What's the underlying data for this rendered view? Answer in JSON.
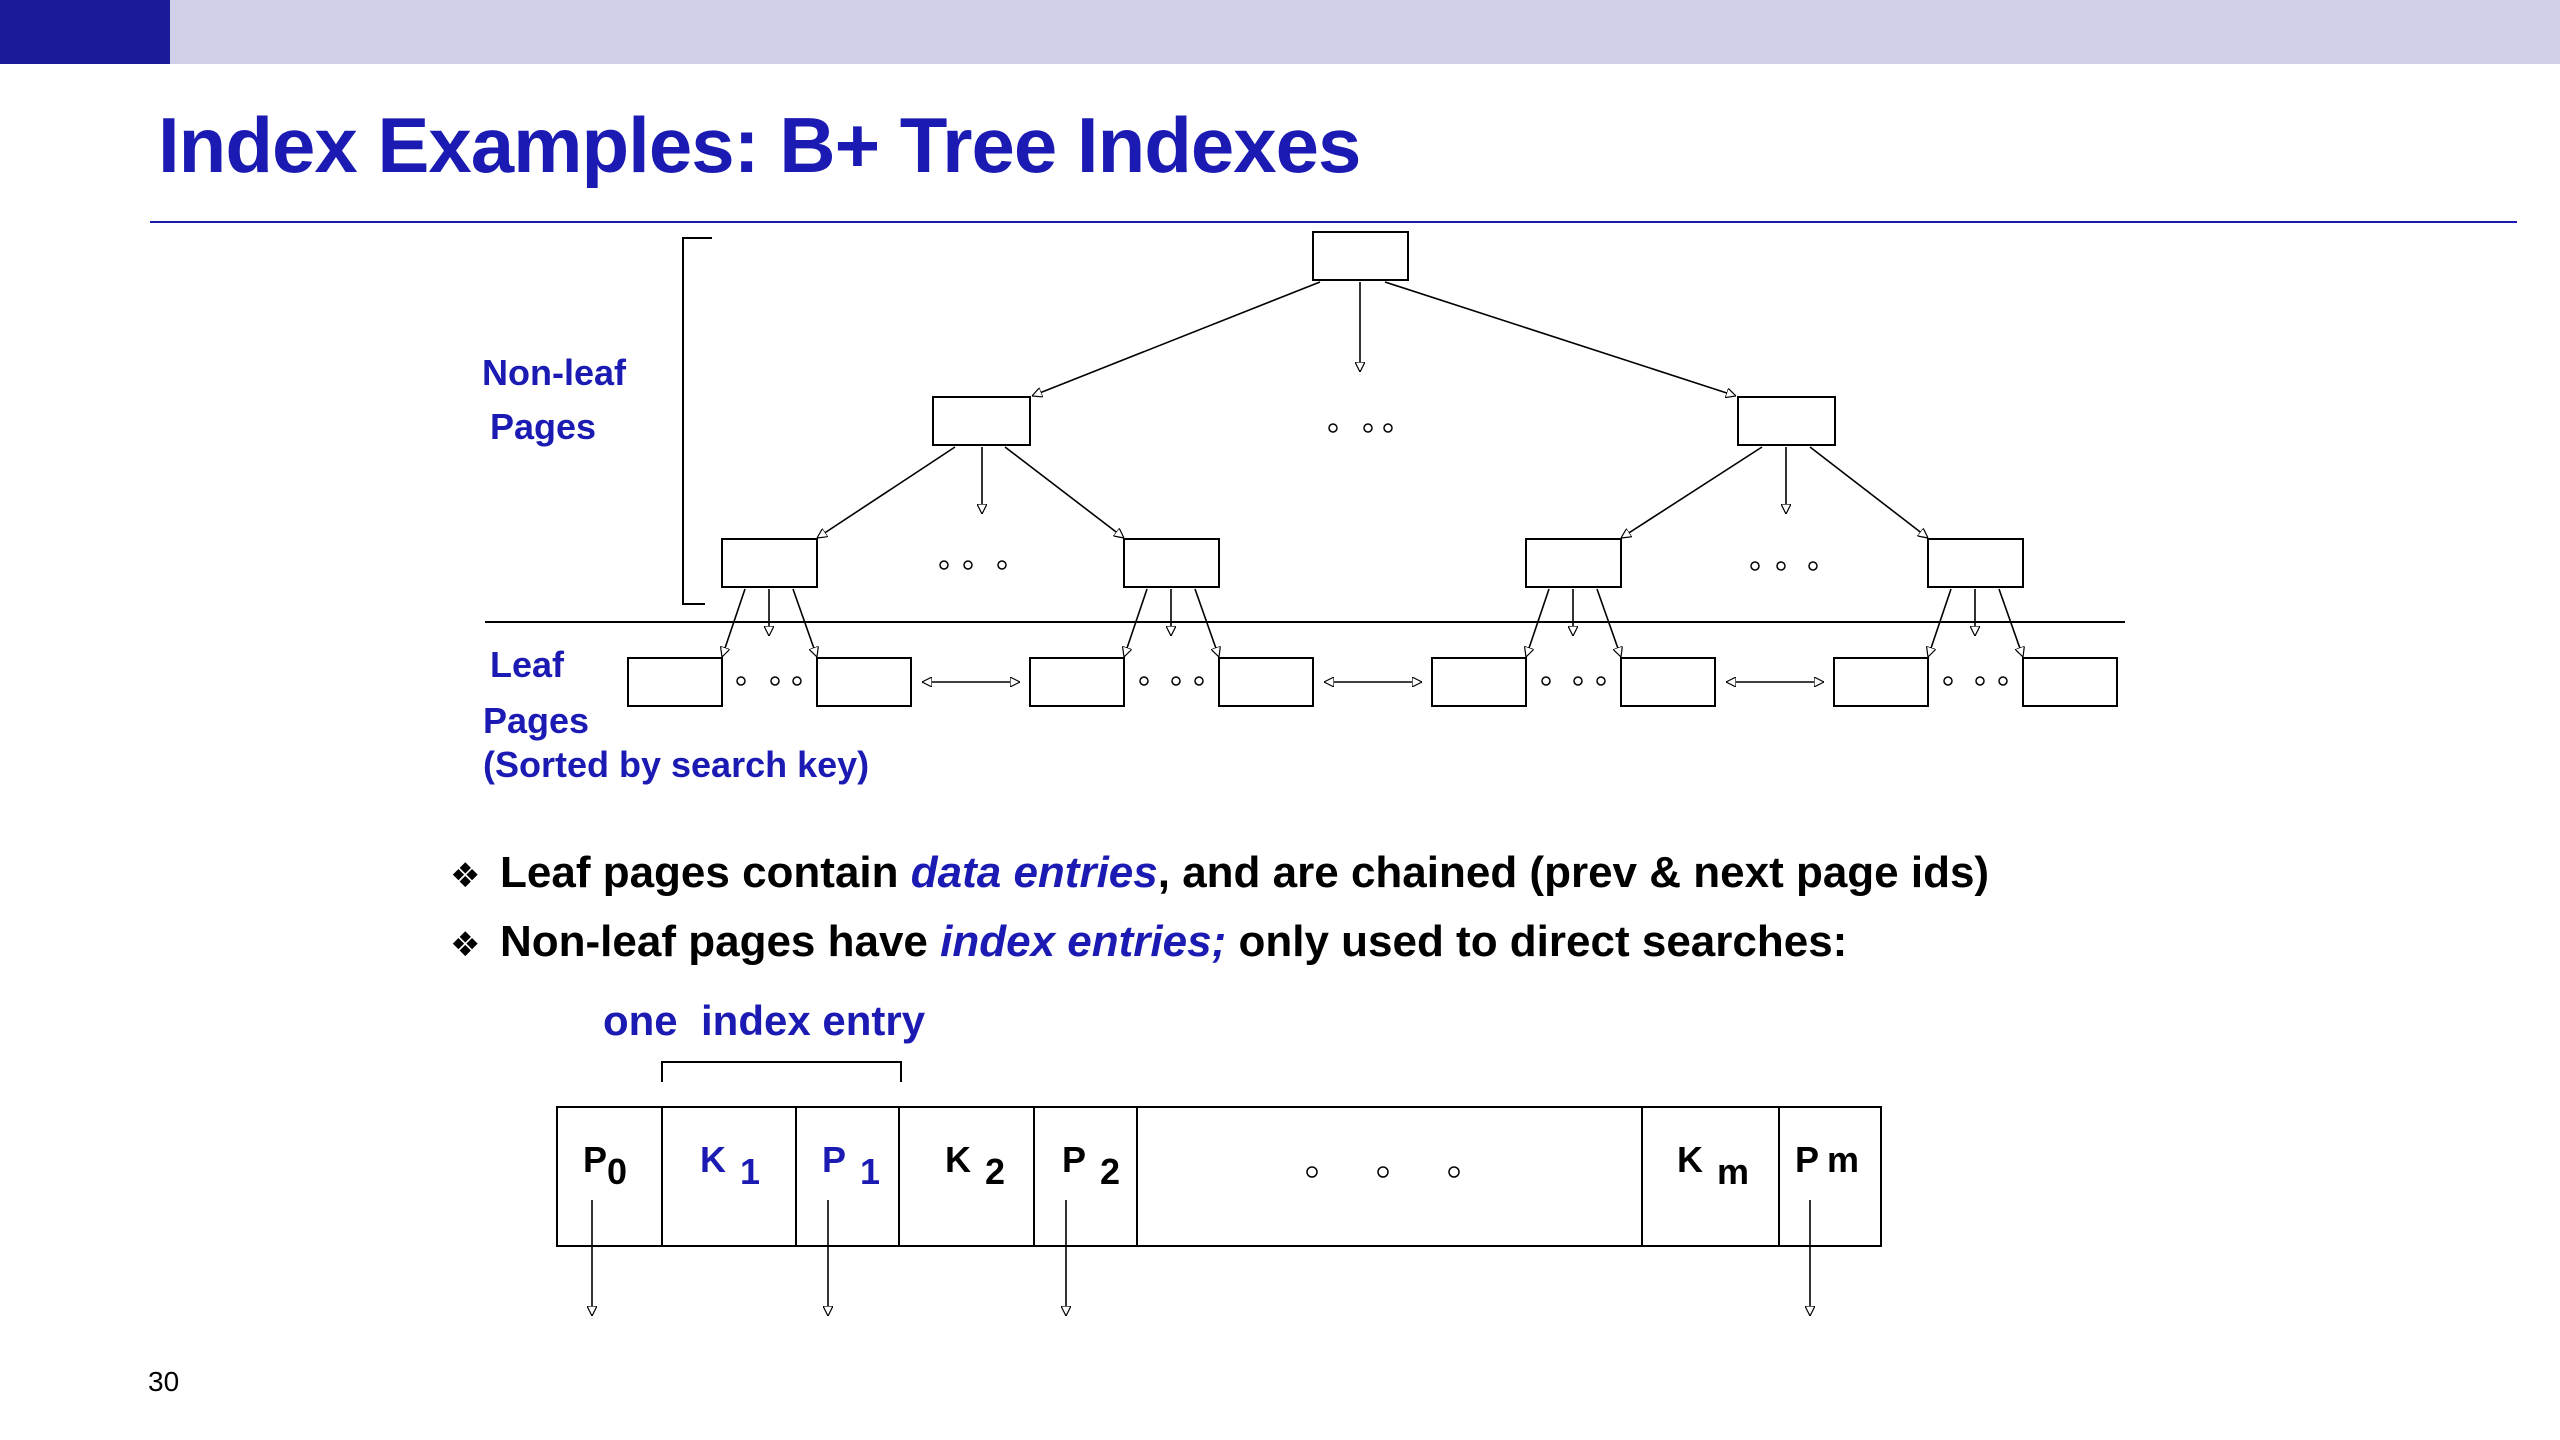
{
  "slide": {
    "title": "Index Examples: B+ Tree Indexes",
    "page_number": "30"
  },
  "tree_labels": {
    "nonleaf_line1": "Non-leaf",
    "nonleaf_line2": "Pages",
    "leaf_line1": "Leaf",
    "leaf_line2": "Pages",
    "leaf_line3": "(Sorted by search key)"
  },
  "bullets": [
    {
      "before": "Leaf pages contain ",
      "em": "data entries",
      "after": ", and are chained (prev & next page ids)"
    },
    {
      "before": "Non-leaf pages have ",
      "em": "index entries;",
      "after": " only used to direct searches:"
    }
  ],
  "entry": {
    "label": "one  index entry",
    "p0": {
      "main": "P",
      "sub": "0"
    },
    "k1": {
      "main": "K",
      "sub": "1"
    },
    "p1": {
      "main": "P",
      "sub": "1"
    },
    "k2": {
      "main": "K",
      "sub": "2"
    },
    "p2": {
      "main": "P",
      "sub": "2"
    },
    "km": {
      "main": "K",
      "sub": "m"
    },
    "pm": {
      "main": "P",
      "sub": "m"
    }
  },
  "colors": {
    "accent": "#1b1bb3",
    "topbar": "#cfcfe8",
    "topbar_accent": "#1a1a99",
    "line": "#000000"
  }
}
